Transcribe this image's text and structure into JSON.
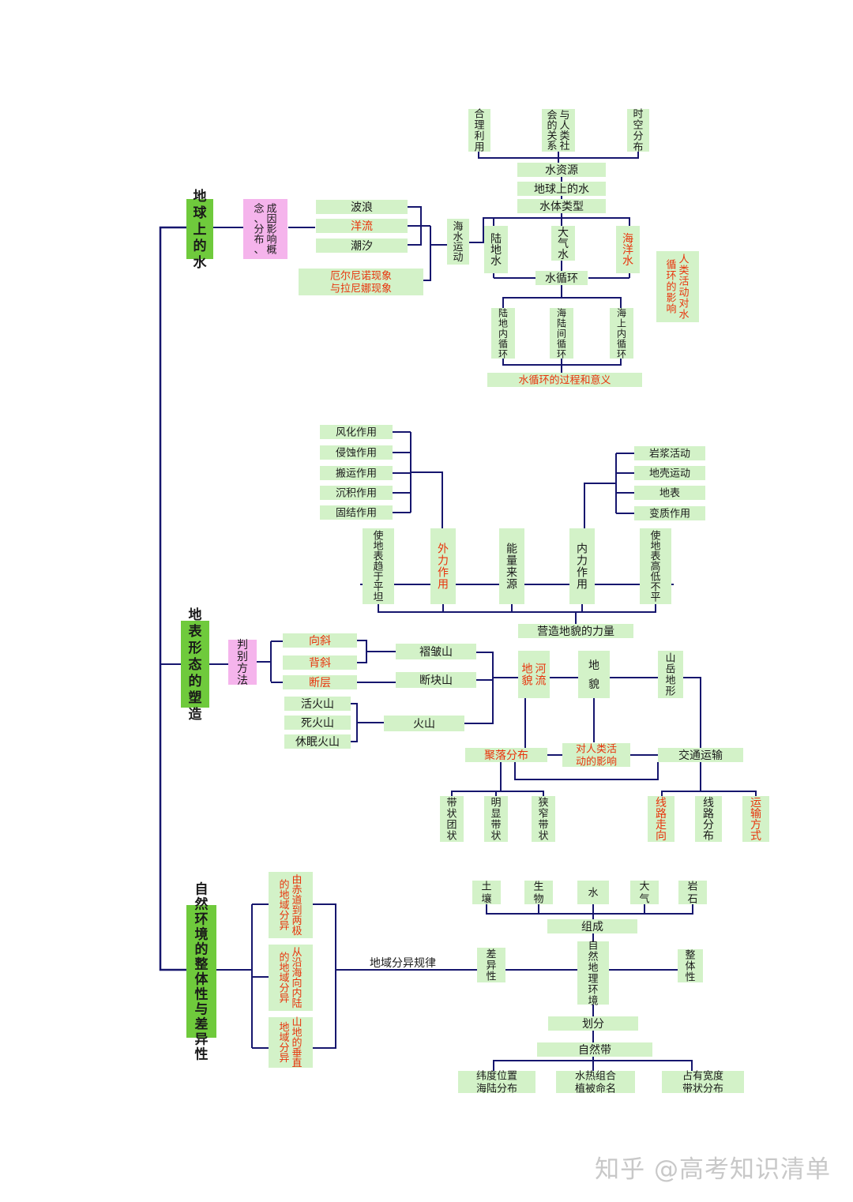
{
  "watermark": "知乎 @高考知识清单",
  "colors": {
    "box": "#d3f2c8",
    "main": "#6fca3c",
    "pink": "#f5b4ec",
    "line": "#16166e",
    "text": "#1a1a1a",
    "red": "#e8340c"
  },
  "water": {
    "title": "地球上的水",
    "concept": "成因影响概念、分布、",
    "waves": "波浪",
    "currents": "洋流",
    "tides": "潮汐",
    "elnino": "厄尔尼诺现象与拉尼娜现象",
    "motion": "海水运动",
    "use": "合理利用",
    "relation": "与人类社会的关系",
    "spacetime": "时空分布",
    "resource": "水资源",
    "onearth": "地球上的水",
    "types": "水体类型",
    "land": "陆地水",
    "atmos": "大气水",
    "ocean": "海洋水",
    "cycle": "水循环",
    "human": "人类活动对水循环的影响",
    "c1": "陆地内循环",
    "c2": "海陆间循环",
    "c3": "海上内循环",
    "process": "水循环的过程和意义"
  },
  "landform": {
    "title": "地表形态的塑造",
    "weathering": "风化作用",
    "erosion": "侵蚀作用",
    "transport": "搬运作用",
    "deposit": "沉积作用",
    "consolidation": "固结作用",
    "magma": "岩浆活动",
    "crust": "地壳运动",
    "surface": "地表",
    "metamorph": "变质作用",
    "flatten": "使地表趋于平坦",
    "external": "外力作用",
    "energy": "能量来源",
    "internal": "内力作用",
    "uneven": "使地表高低不平",
    "forces": "营造地貌的力量",
    "judge": "判别方法",
    "syncline": "向斜",
    "anticline": "背斜",
    "fault": "断层",
    "fold": "褶皱山",
    "faultblock": "断块山",
    "active": "活火山",
    "dead": "死火山",
    "dormant": "休眠火山",
    "volcano": "火山",
    "river": "河流地貌",
    "landforms": "地貌",
    "mountain": "山岳地形",
    "settlement": "聚落分布",
    "humanimpact": "对人类活动的影响",
    "traffic": "交通运输",
    "s1": "带状团状",
    "s2": "明显带状",
    "s3": "狭窄带状",
    "t1": "线路走向",
    "t2": "线路分布",
    "t3": "运输方式"
  },
  "env": {
    "title": "自然环境的整体性与差异性",
    "d1": "由赤道到两极的地域分异",
    "d2": "从沿海向内陆的地域分异",
    "d3": "山地的垂直地域分异",
    "law": "地域分异规律",
    "difference": "差异性",
    "soil": "土壤",
    "bio": "生物",
    "water": "水",
    "air": "大气",
    "rock": "岩石",
    "compose": "组成",
    "natural": "自然地理环境",
    "whole": "整体性",
    "divide": "划分",
    "zone": "自然带",
    "z1": "纬度位置海陆分布",
    "z2": "水热组合植被命名",
    "z3": "占有宽度带状分布"
  }
}
